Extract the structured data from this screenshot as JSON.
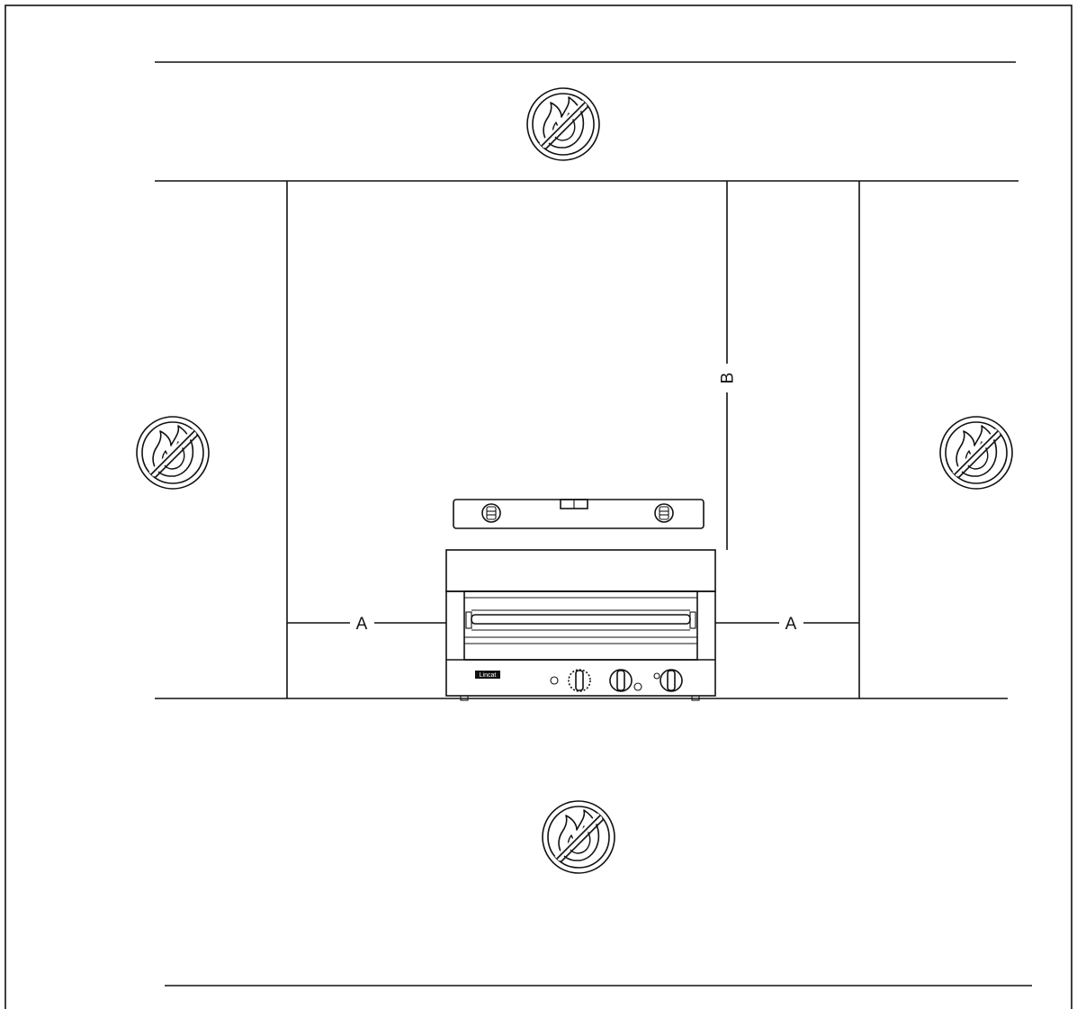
{
  "diagram": {
    "labels": {
      "clearance_side": "A",
      "clearance_top": "B"
    },
    "appliance_brand": "Lincat",
    "icons": {
      "no_fire": "no-flammable-materials-icon",
      "spirit_level": "spirit-level-icon"
    },
    "colors": {
      "line": "#111111",
      "background": "#ffffff"
    }
  }
}
